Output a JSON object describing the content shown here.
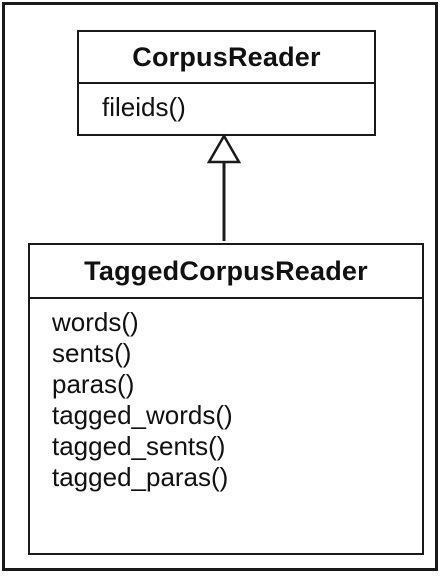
{
  "diagram": {
    "base_class": {
      "name": "CorpusReader",
      "methods": [
        "fileids()"
      ]
    },
    "derived_class": {
      "name": "TaggedCorpusReader",
      "methods": [
        "words()",
        "sents()",
        "paras()",
        "tagged_words()",
        "tagged_sents()",
        "tagged_paras()"
      ]
    },
    "relationship": "inheritance"
  }
}
